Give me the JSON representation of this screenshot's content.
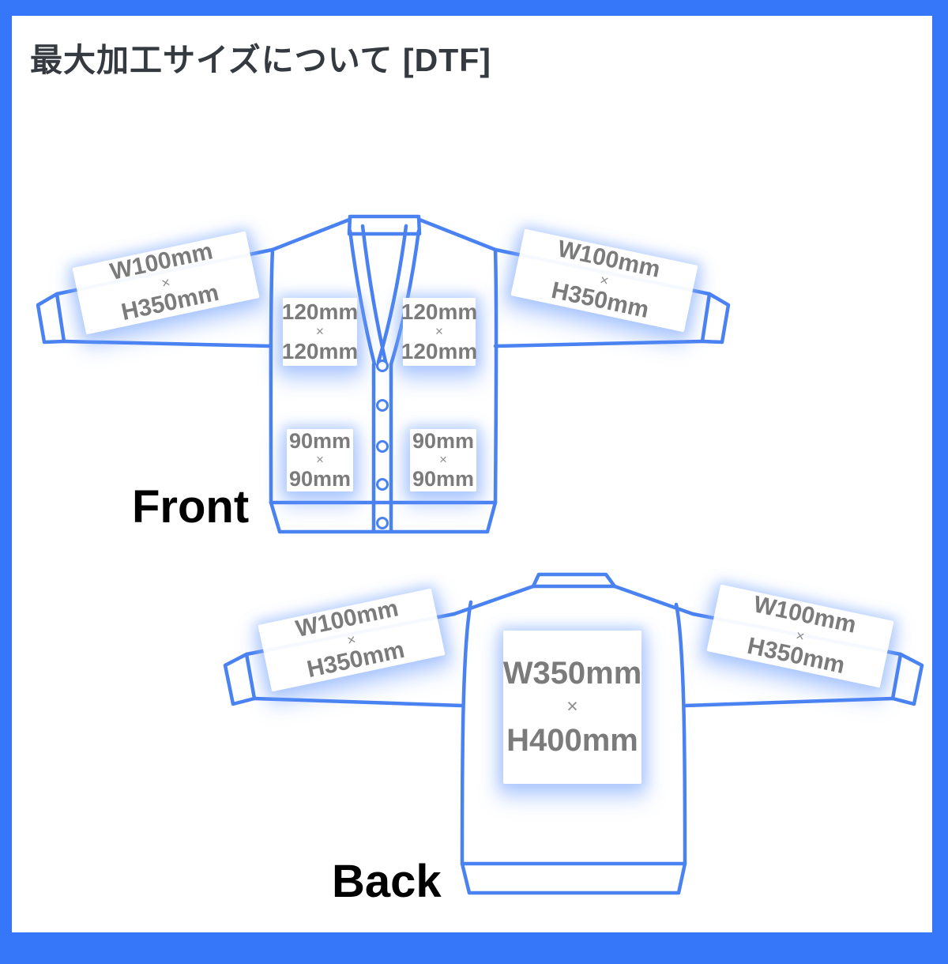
{
  "title": "最大加工サイズについて [DTF]",
  "front": {
    "heading": "Front",
    "labels": {
      "sleeve_left": {
        "line1": "W100mm",
        "times": "×",
        "line2": "H350mm"
      },
      "sleeve_right": {
        "line1": "W100mm",
        "times": "×",
        "line2": "H350mm"
      },
      "chest_left": {
        "line1": "120mm",
        "times": "×",
        "line2": "120mm"
      },
      "chest_right": {
        "line1": "120mm",
        "times": "×",
        "line2": "120mm"
      },
      "hem_left": {
        "line1": "90mm",
        "times": "×",
        "line2": "90mm"
      },
      "hem_right": {
        "line1": "90mm",
        "times": "×",
        "line2": "90mm"
      }
    }
  },
  "back": {
    "heading": "Back",
    "labels": {
      "sleeve_left": {
        "line1": "W100mm",
        "times": "×",
        "line2": "H350mm"
      },
      "sleeve_right": {
        "line1": "W100mm",
        "times": "×",
        "line2": "H350mm"
      },
      "center": {
        "line1": "W350mm",
        "times": "×",
        "line2": "H400mm"
      }
    }
  },
  "colors": {
    "frame_blue": "#3577F8",
    "line_blue": "#4A82F2",
    "label_text_gray": "#7B7B7B",
    "title_text": "#353A40",
    "heading_text": "#000000",
    "glow_blue": "#9FC2FF"
  }
}
